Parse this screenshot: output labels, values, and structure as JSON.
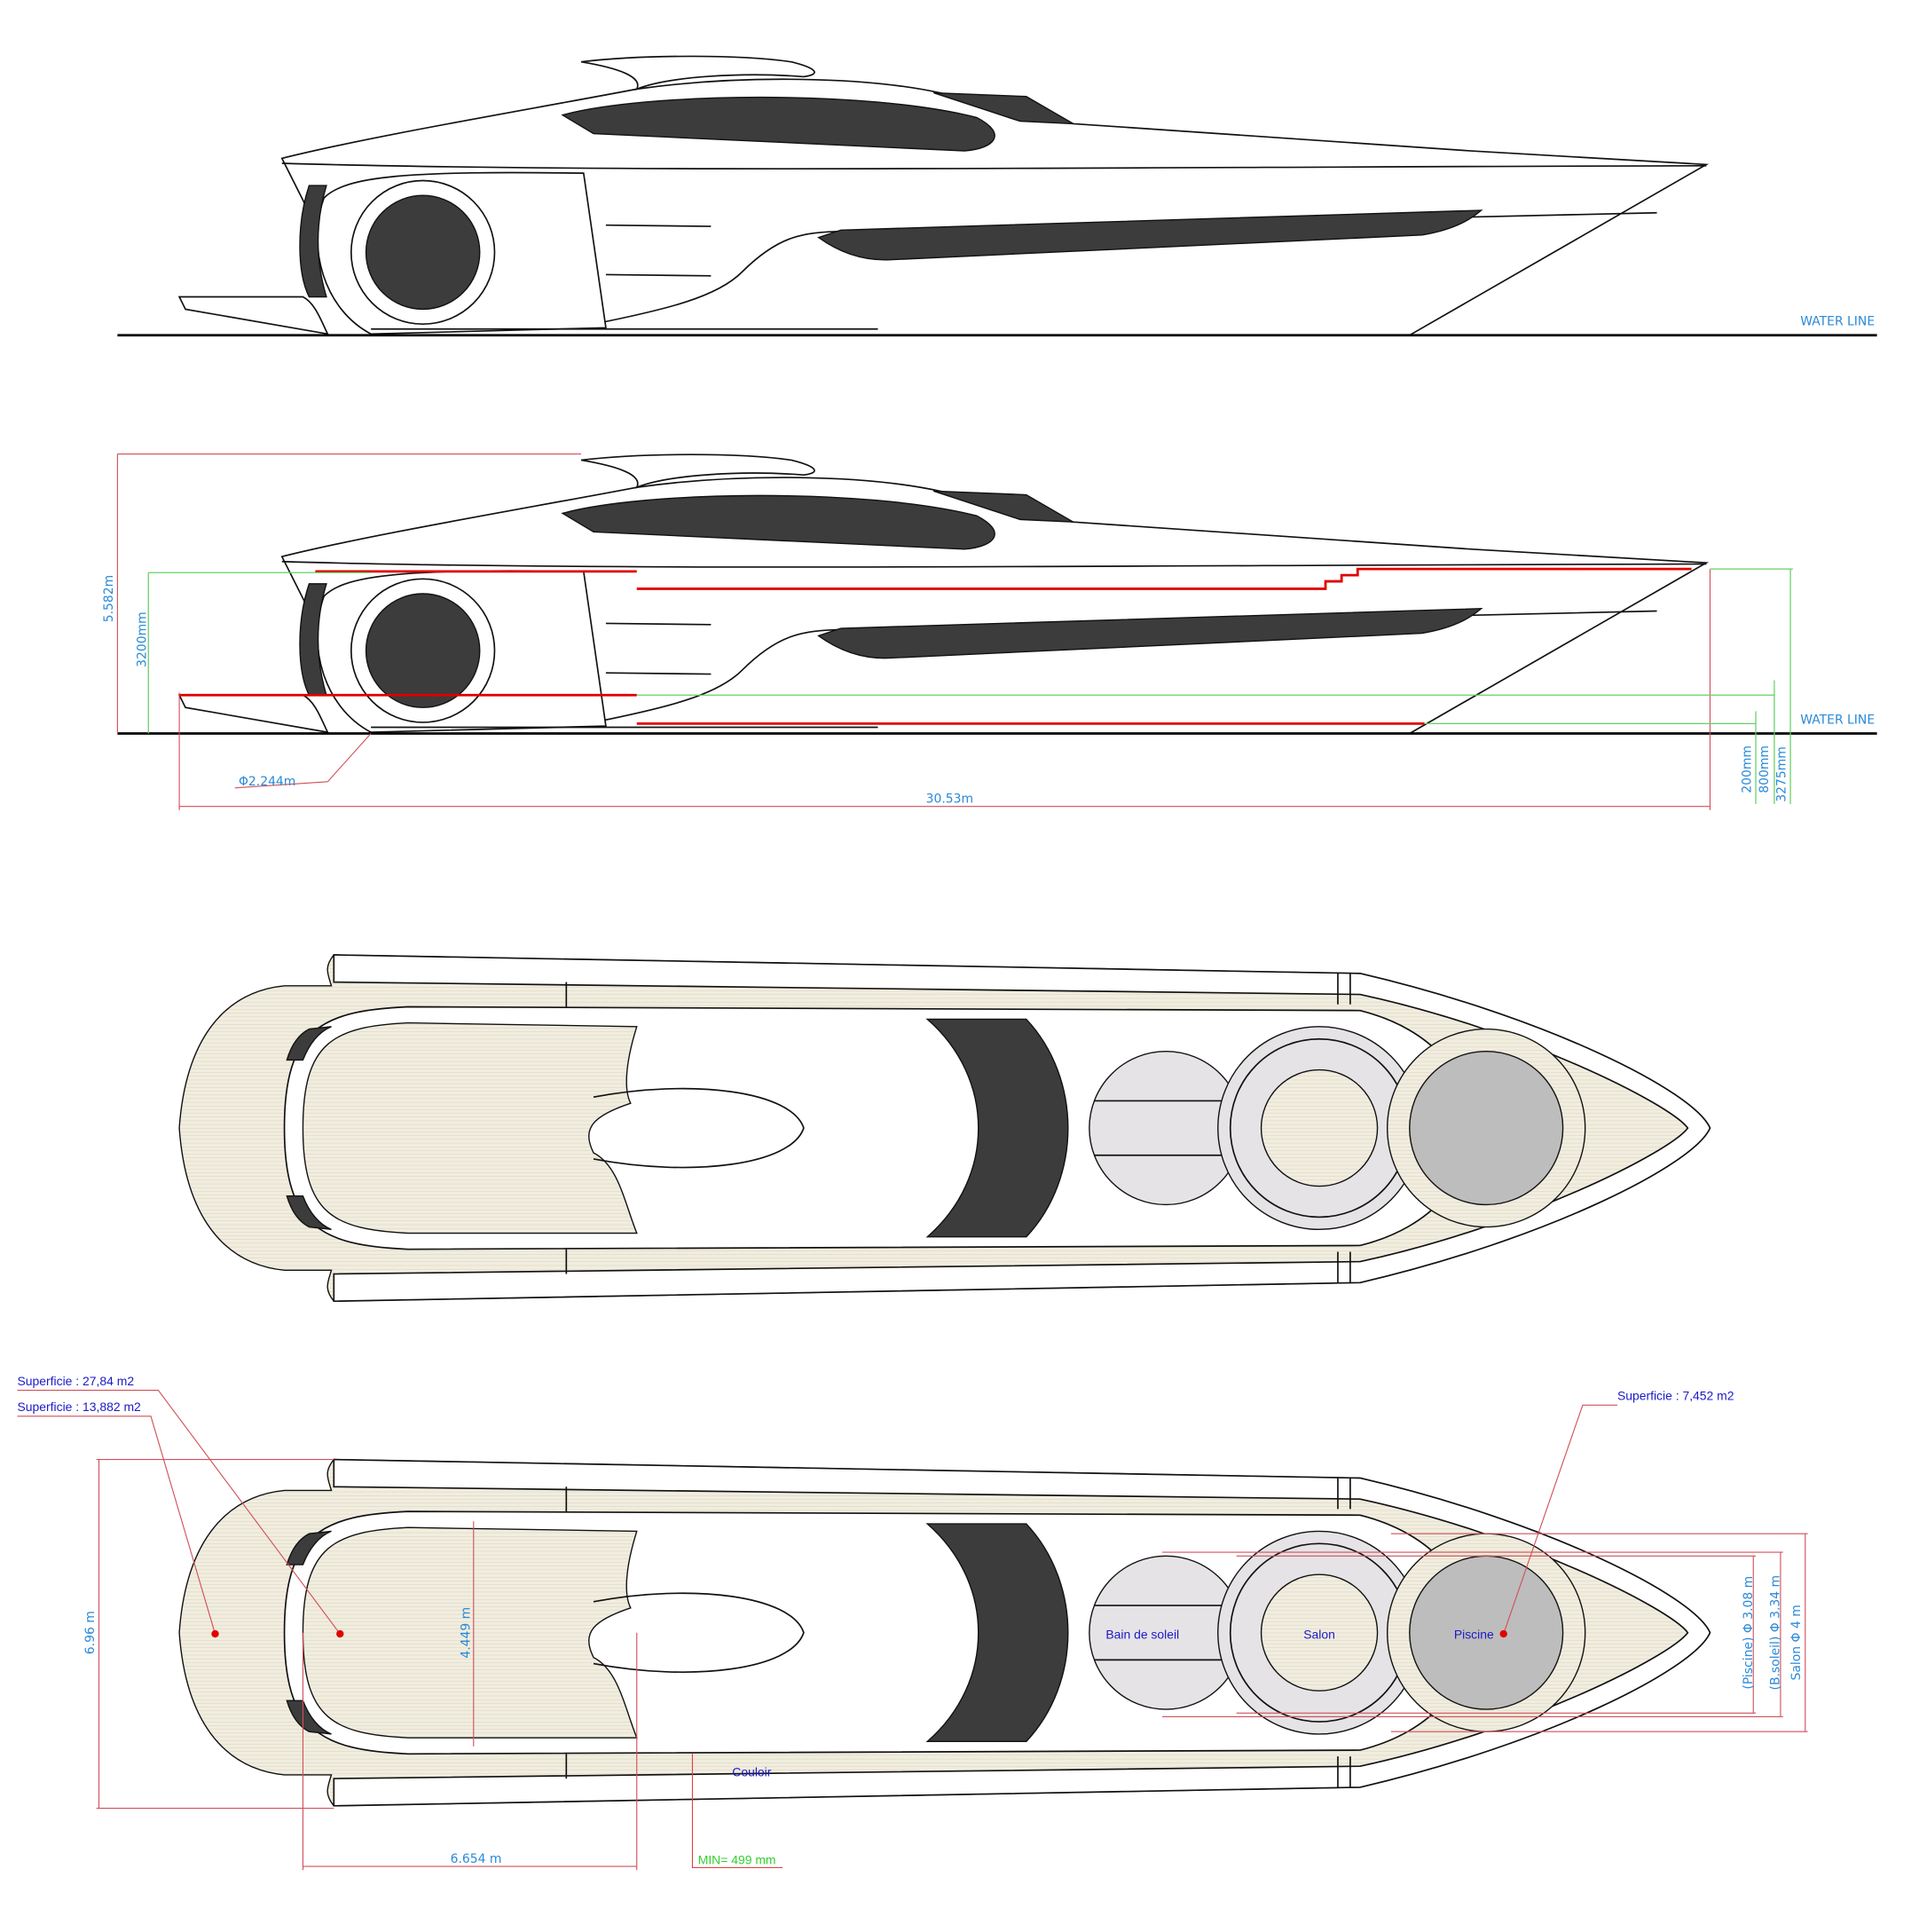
{
  "side_view": {
    "water_line": "WATER LINE"
  },
  "side_view_dimensioned": {
    "water_line": "WATER LINE",
    "total_height": "5.582m",
    "hull_height": "3200mm",
    "pod_diameter": "Φ2.244m",
    "length": "30.53m",
    "draft_1": "200mm",
    "draft_2": "800mm",
    "draft_3": "3275mm"
  },
  "plan_view_dimensioned": {
    "area_stern": "Superficie : 27,84 m2",
    "area_cockpit": "Superficie : 13,882 m2",
    "area_pool": "Superficie : 7,452 m2",
    "beam": "6.96 m",
    "cockpit_width": "4.449 m",
    "cockpit_length": "6.654 m",
    "corridor_min": "MIN= 499 mm",
    "corridor": "Couloir",
    "sunbath": "Bain de soleil",
    "lounge": "Salon",
    "pool": "Piscine",
    "pool_diameter": "(Piscine) Φ 3.08 m",
    "sunbath_diameter": "(B.soleil) Φ 3.34 m",
    "lounge_diameter": "Salon Φ 4 m"
  },
  "colors": {
    "dimension": "#d0505a",
    "label_blue": "#2a8ad8",
    "label_navy": "#1a1ac8",
    "green": "#30d030",
    "deck": "#efebdc"
  }
}
